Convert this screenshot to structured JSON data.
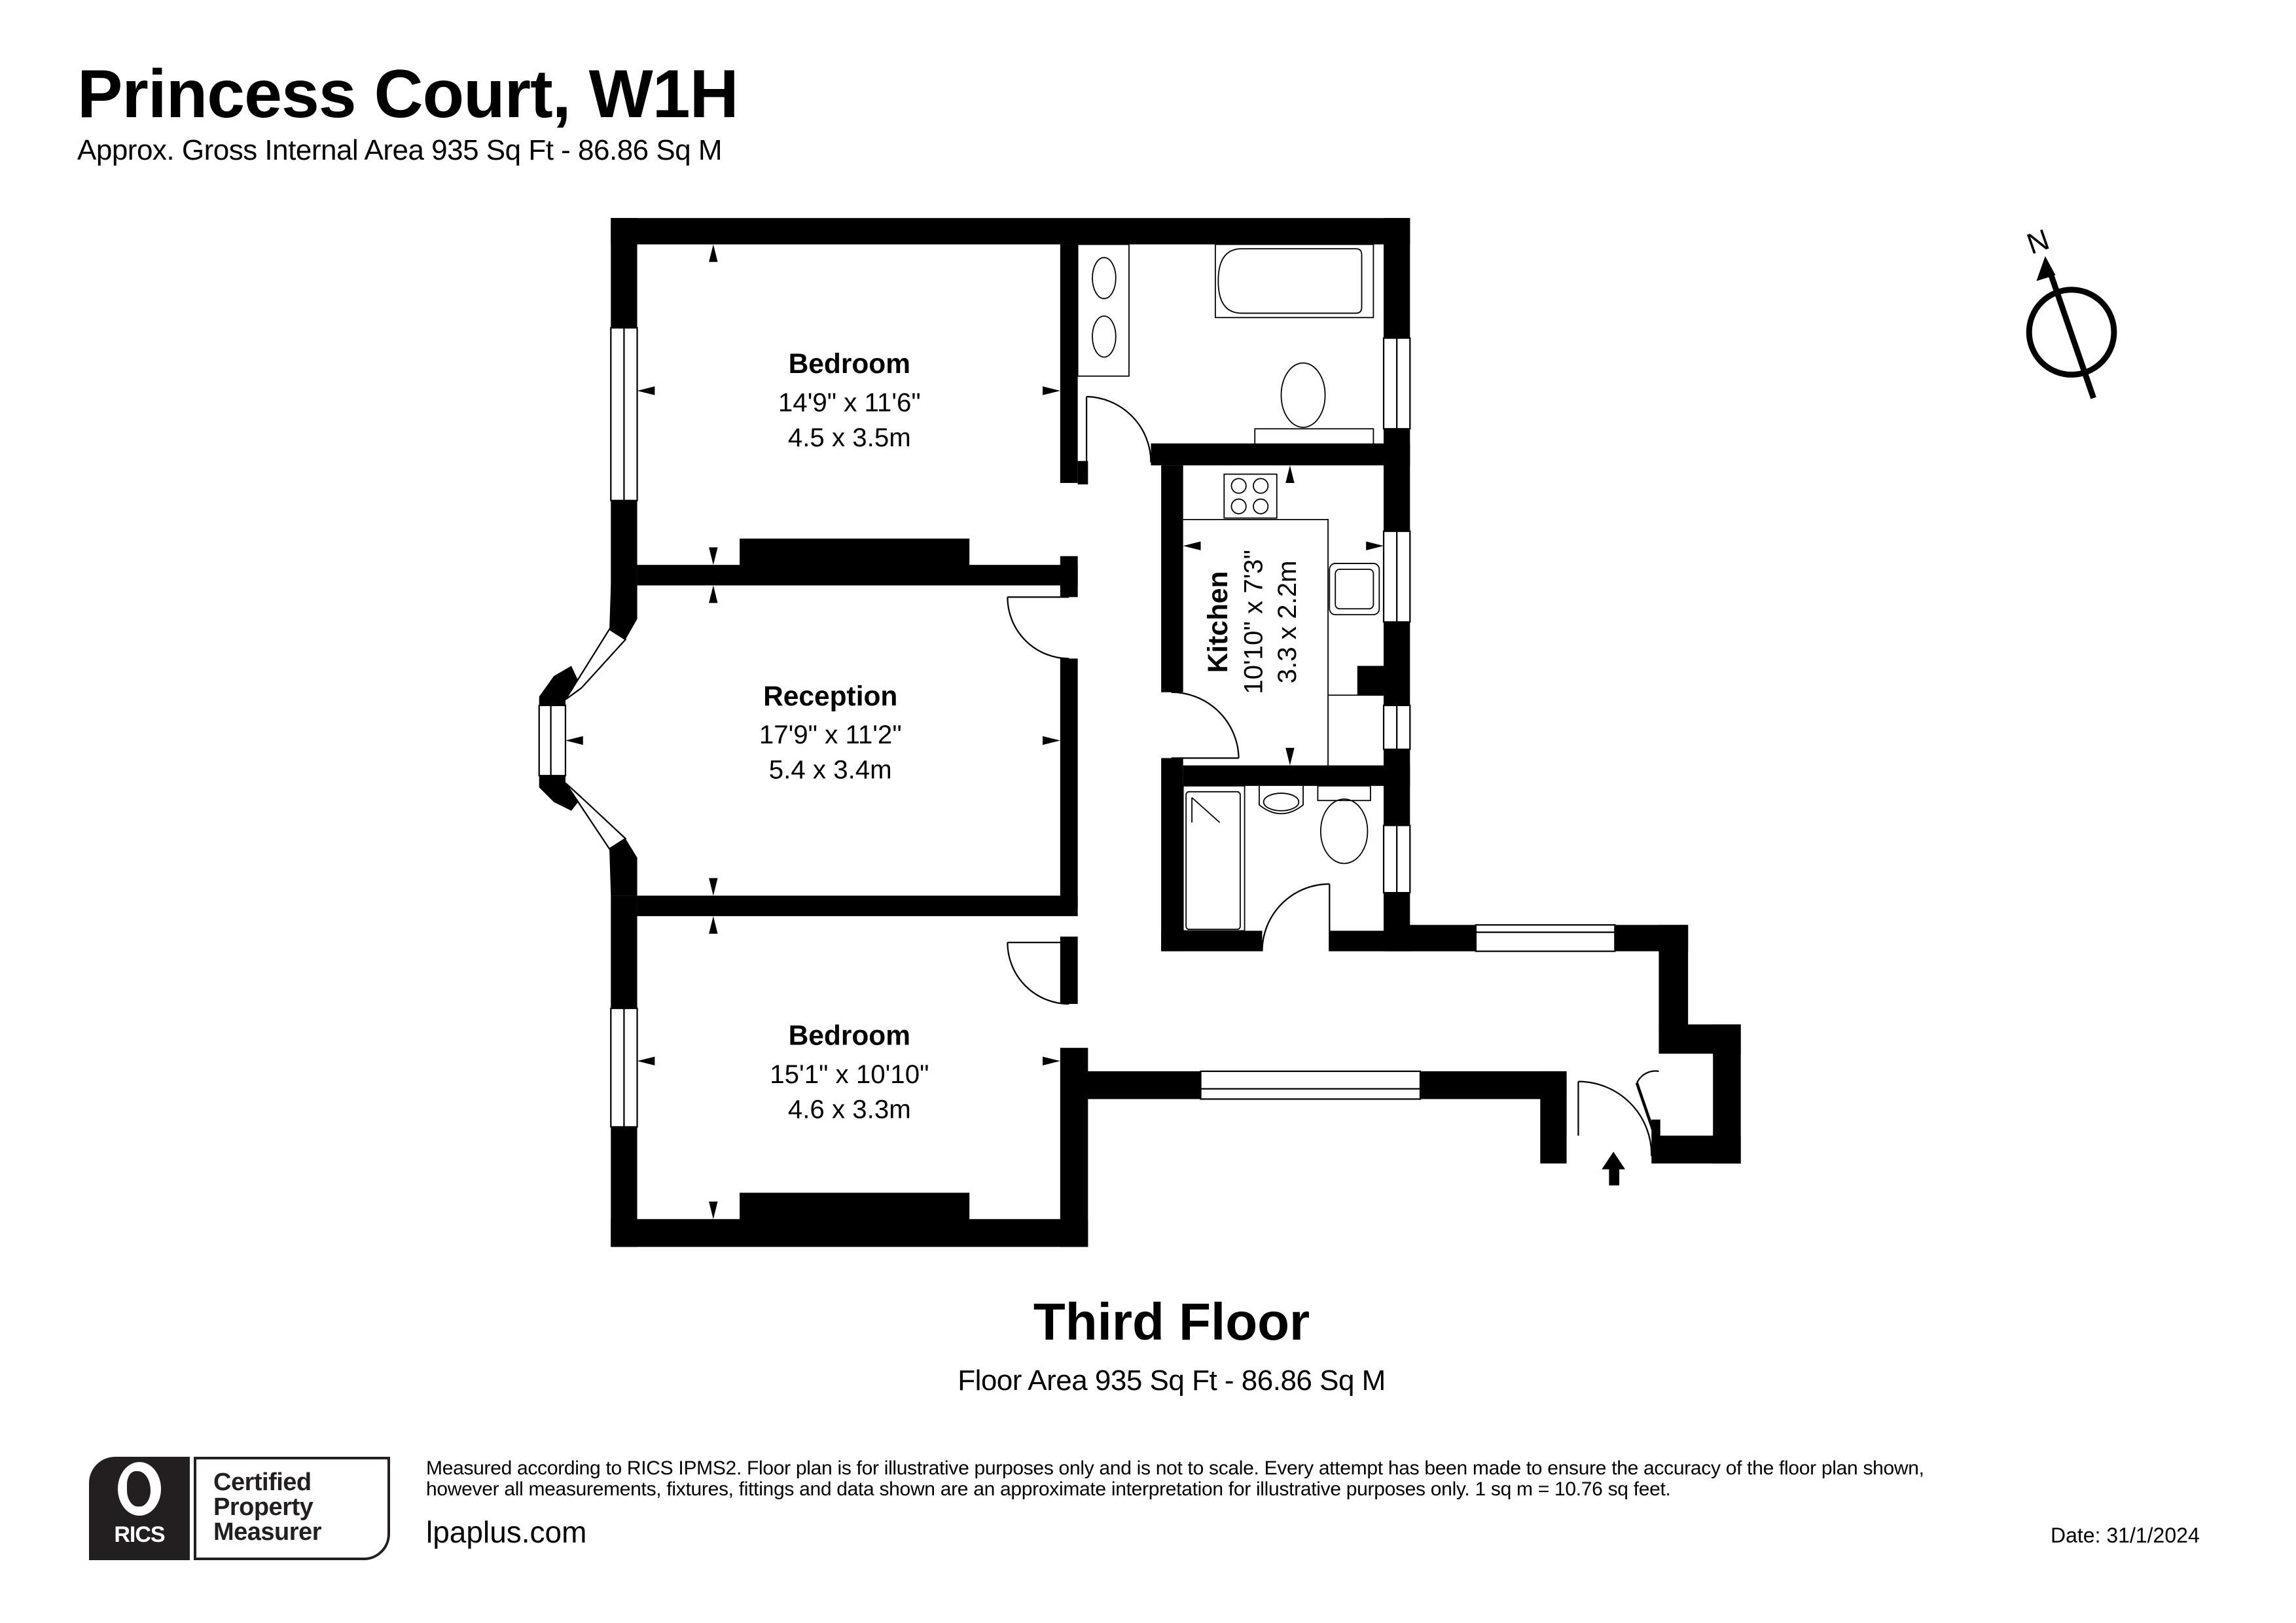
{
  "header": {
    "title": "Princess Court, W1H",
    "subtitle": "Approx. Gross Internal Area 935 Sq Ft - 86.86 Sq M"
  },
  "compass": {
    "label": "N",
    "icon": "north-arrow-icon"
  },
  "rooms": [
    {
      "name": "Bedroom",
      "imperial": "14'9\" x 11'6\"",
      "metric": "4.5 x 3.5m"
    },
    {
      "name": "Reception",
      "imperial": "17'9\" x 11'2\"",
      "metric": "5.4 x 3.4m"
    },
    {
      "name": "Bedroom",
      "imperial": "15'1\" x 10'10\"",
      "metric": "4.6 x 3.3m"
    },
    {
      "name": "Kitchen",
      "imperial": "10'10\" x 7'3\"",
      "metric": "3.3 x 2.2m"
    }
  ],
  "unlabeled_rooms": [
    "Bathroom",
    "Shower Room",
    "Hallway",
    "Entrance"
  ],
  "floor": {
    "name": "Third Floor",
    "area": "Floor Area 935 Sq Ft - 86.86 Sq M"
  },
  "footer": {
    "badge": {
      "org": "RICS",
      "line1": "Certified",
      "line2": "Property",
      "line3": "Measurer"
    },
    "disclaimer_line1": "Measured according to RICS IPMS2. Floor plan is for illustrative purposes only and is not to scale. Every attempt has been made to ensure the accuracy of the floor plan shown,",
    "disclaimer_line2": "however all measurements, fixtures, fittings and data shown are an approximate interpretation for illustrative purposes only. 1 sq m = 10.76 sq feet.",
    "website": "lpaplus.com",
    "date": "Date: 31/1/2024"
  },
  "colors": {
    "wall": "#000000",
    "background": "#ffffff",
    "badge_dark": "#231f20"
  }
}
